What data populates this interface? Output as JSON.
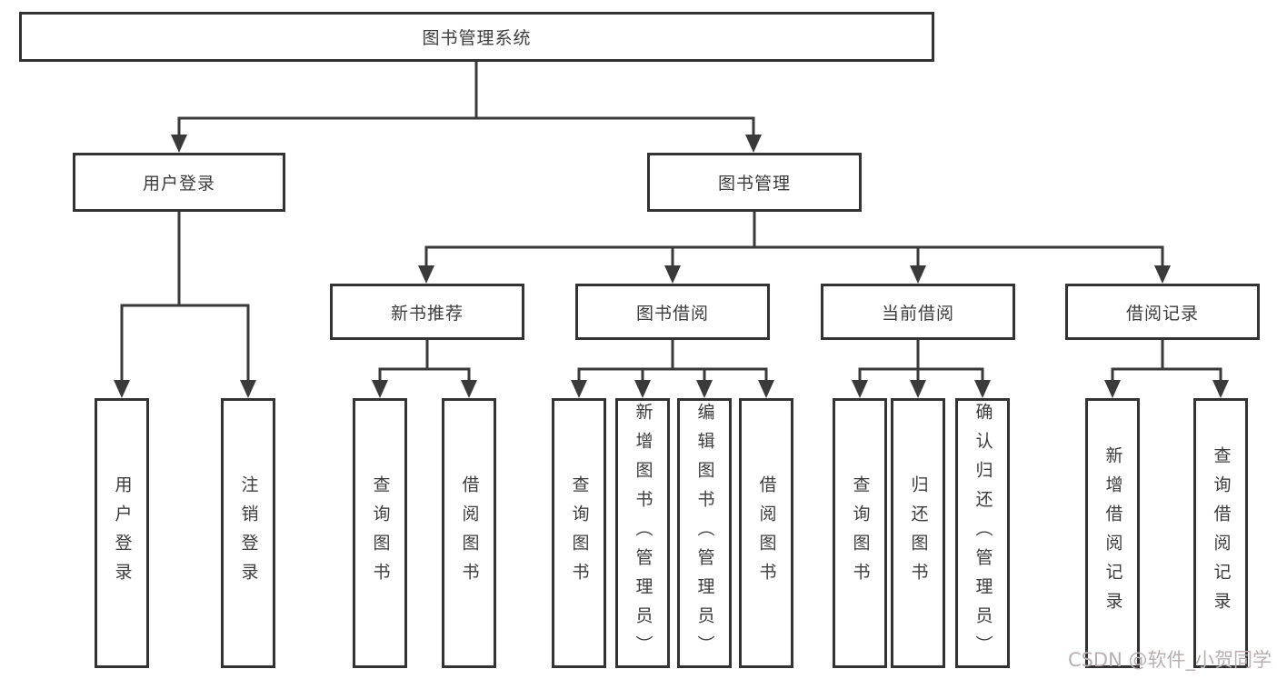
{
  "tree": {
    "root": {
      "label": "图书管理系统"
    },
    "children": [
      {
        "label": "用户登录",
        "children": [
          {
            "label": "用户登录"
          },
          {
            "label": "注销登录"
          }
        ]
      },
      {
        "label": "图书管理",
        "children": [
          {
            "label": "新书推荐",
            "children": [
              {
                "label": "查询图书"
              },
              {
                "label": "借阅图书"
              }
            ]
          },
          {
            "label": "图书借阅",
            "children": [
              {
                "label": "查询图书"
              },
              {
                "label": "新增图书（管理员）"
              },
              {
                "label": "编辑图书（管理员）"
              },
              {
                "label": "借阅图书"
              }
            ]
          },
          {
            "label": "当前借阅",
            "children": [
              {
                "label": "查询图书"
              },
              {
                "label": "归还图书"
              },
              {
                "label": "确认归还（管理员）"
              }
            ]
          },
          {
            "label": "借阅记录",
            "children": [
              {
                "label": "新增借阅记录"
              },
              {
                "label": "查询借阅记录"
              }
            ]
          }
        ]
      }
    ]
  },
  "watermark": {
    "text": "CSDN @软件_小贺同学",
    "color": "#b8b0b0"
  },
  "colors": {
    "line": "#3a3a3a",
    "border": "#333333",
    "label_text": "#3c3c3c",
    "background": "#ffffff"
  }
}
